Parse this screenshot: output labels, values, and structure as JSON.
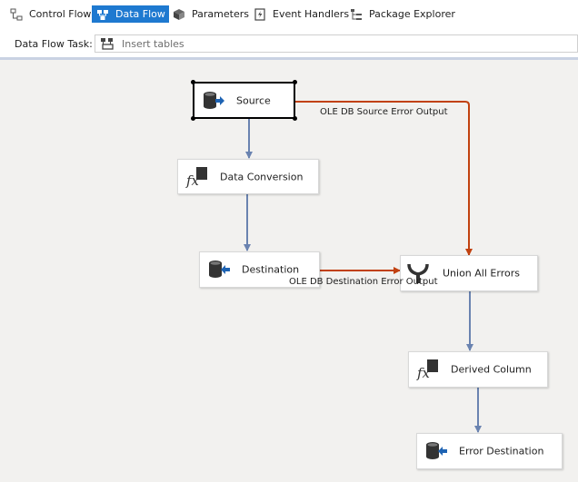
{
  "tabs": [
    {
      "label": "Control Flow",
      "icon": "control-flow-icon",
      "active": false
    },
    {
      "label": "Data Flow",
      "icon": "data-flow-icon",
      "active": true
    },
    {
      "label": "Parameters",
      "icon": "parameters-icon",
      "active": false
    },
    {
      "label": "Event Handlers",
      "icon": "event-handlers-icon",
      "active": false
    },
    {
      "label": "Package Explorer",
      "icon": "package-explorer-icon",
      "active": false
    }
  ],
  "task": {
    "label": "Data Flow Task:",
    "value": "Insert tables",
    "icon": "data-flow-task-icon"
  },
  "components": {
    "source": {
      "label": "Source",
      "icon": "ole-db-source-icon",
      "selected": true
    },
    "data_conversion": {
      "label": "Data Conversion",
      "icon": "fx-transform-icon"
    },
    "destination": {
      "label": "Destination",
      "icon": "ole-db-destination-icon"
    },
    "union_all": {
      "label": "Union All Errors",
      "icon": "union-all-icon"
    },
    "derived_column": {
      "label": "Derived Column",
      "icon": "fx-transform-icon"
    },
    "error_destination": {
      "label": "Error Destination",
      "icon": "ole-db-destination-icon"
    }
  },
  "paths": {
    "source_error": "OLE DB Source Error Output",
    "destination_error": "OLE DB Destination Error Output"
  },
  "colors": {
    "accent": "#1e79d0",
    "data_path": "#6a83b0",
    "error_path": "#c1410f",
    "canvas": "#f2f1ef"
  }
}
